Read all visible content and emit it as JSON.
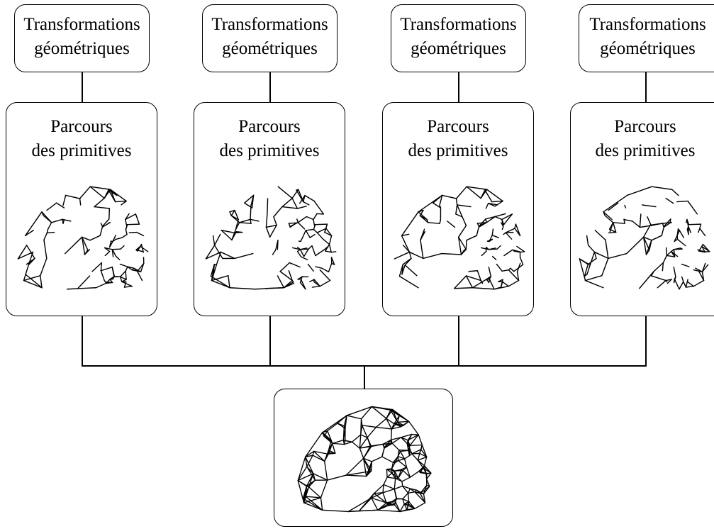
{
  "top_label": {
    "line1": "Transformations",
    "line2": "géométriques"
  },
  "mid_label": {
    "line1": "Parcours",
    "line2": "des primitives"
  },
  "columns": [
    {
      "mesh_density": "sparse",
      "variant": 1
    },
    {
      "mesh_density": "sparse",
      "variant": 2
    },
    {
      "mesh_density": "sparse",
      "variant": 3
    },
    {
      "mesh_density": "sparse",
      "variant": 4
    }
  ],
  "result": {
    "mesh_density": "dense"
  },
  "colors": {
    "stroke": "#000000",
    "background": "#ffffff"
  }
}
